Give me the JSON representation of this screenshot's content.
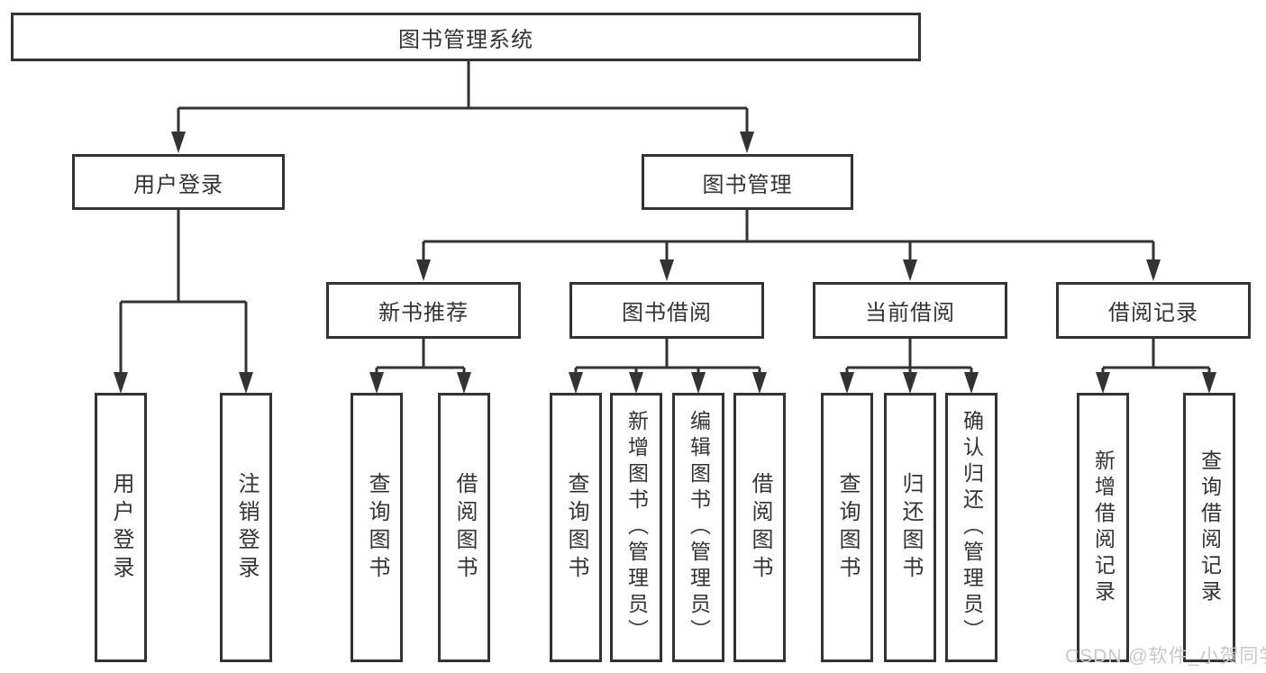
{
  "diagram": {
    "root": "图书管理系统",
    "nodes": {
      "user_login": "用户登录",
      "book_mgmt": "图书管理",
      "new_book": "新书推荐",
      "book_borrow": "图书借阅",
      "current_borrow": "当前借阅",
      "borrow_record": "借阅记录"
    },
    "leaves": {
      "user_login": [
        "用户登录",
        "注销登录"
      ],
      "new_book": [
        "查询图书",
        "借阅图书"
      ],
      "book_borrow": [
        "查询图书",
        "新增图书（管理员）",
        "编辑图书（管理员）",
        "借阅图书"
      ],
      "current_borrow": [
        "查询图书",
        "归还图书",
        "确认归还（管理员）"
      ],
      "borrow_record": [
        "新增借阅记录",
        "查询借阅记录"
      ]
    },
    "watermark": "CSDN @软件_小贺同学",
    "colors": {
      "line": "#333333",
      "text": "#333333",
      "watermark_text": "#c9c9c9",
      "background": "#ffffff"
    }
  }
}
